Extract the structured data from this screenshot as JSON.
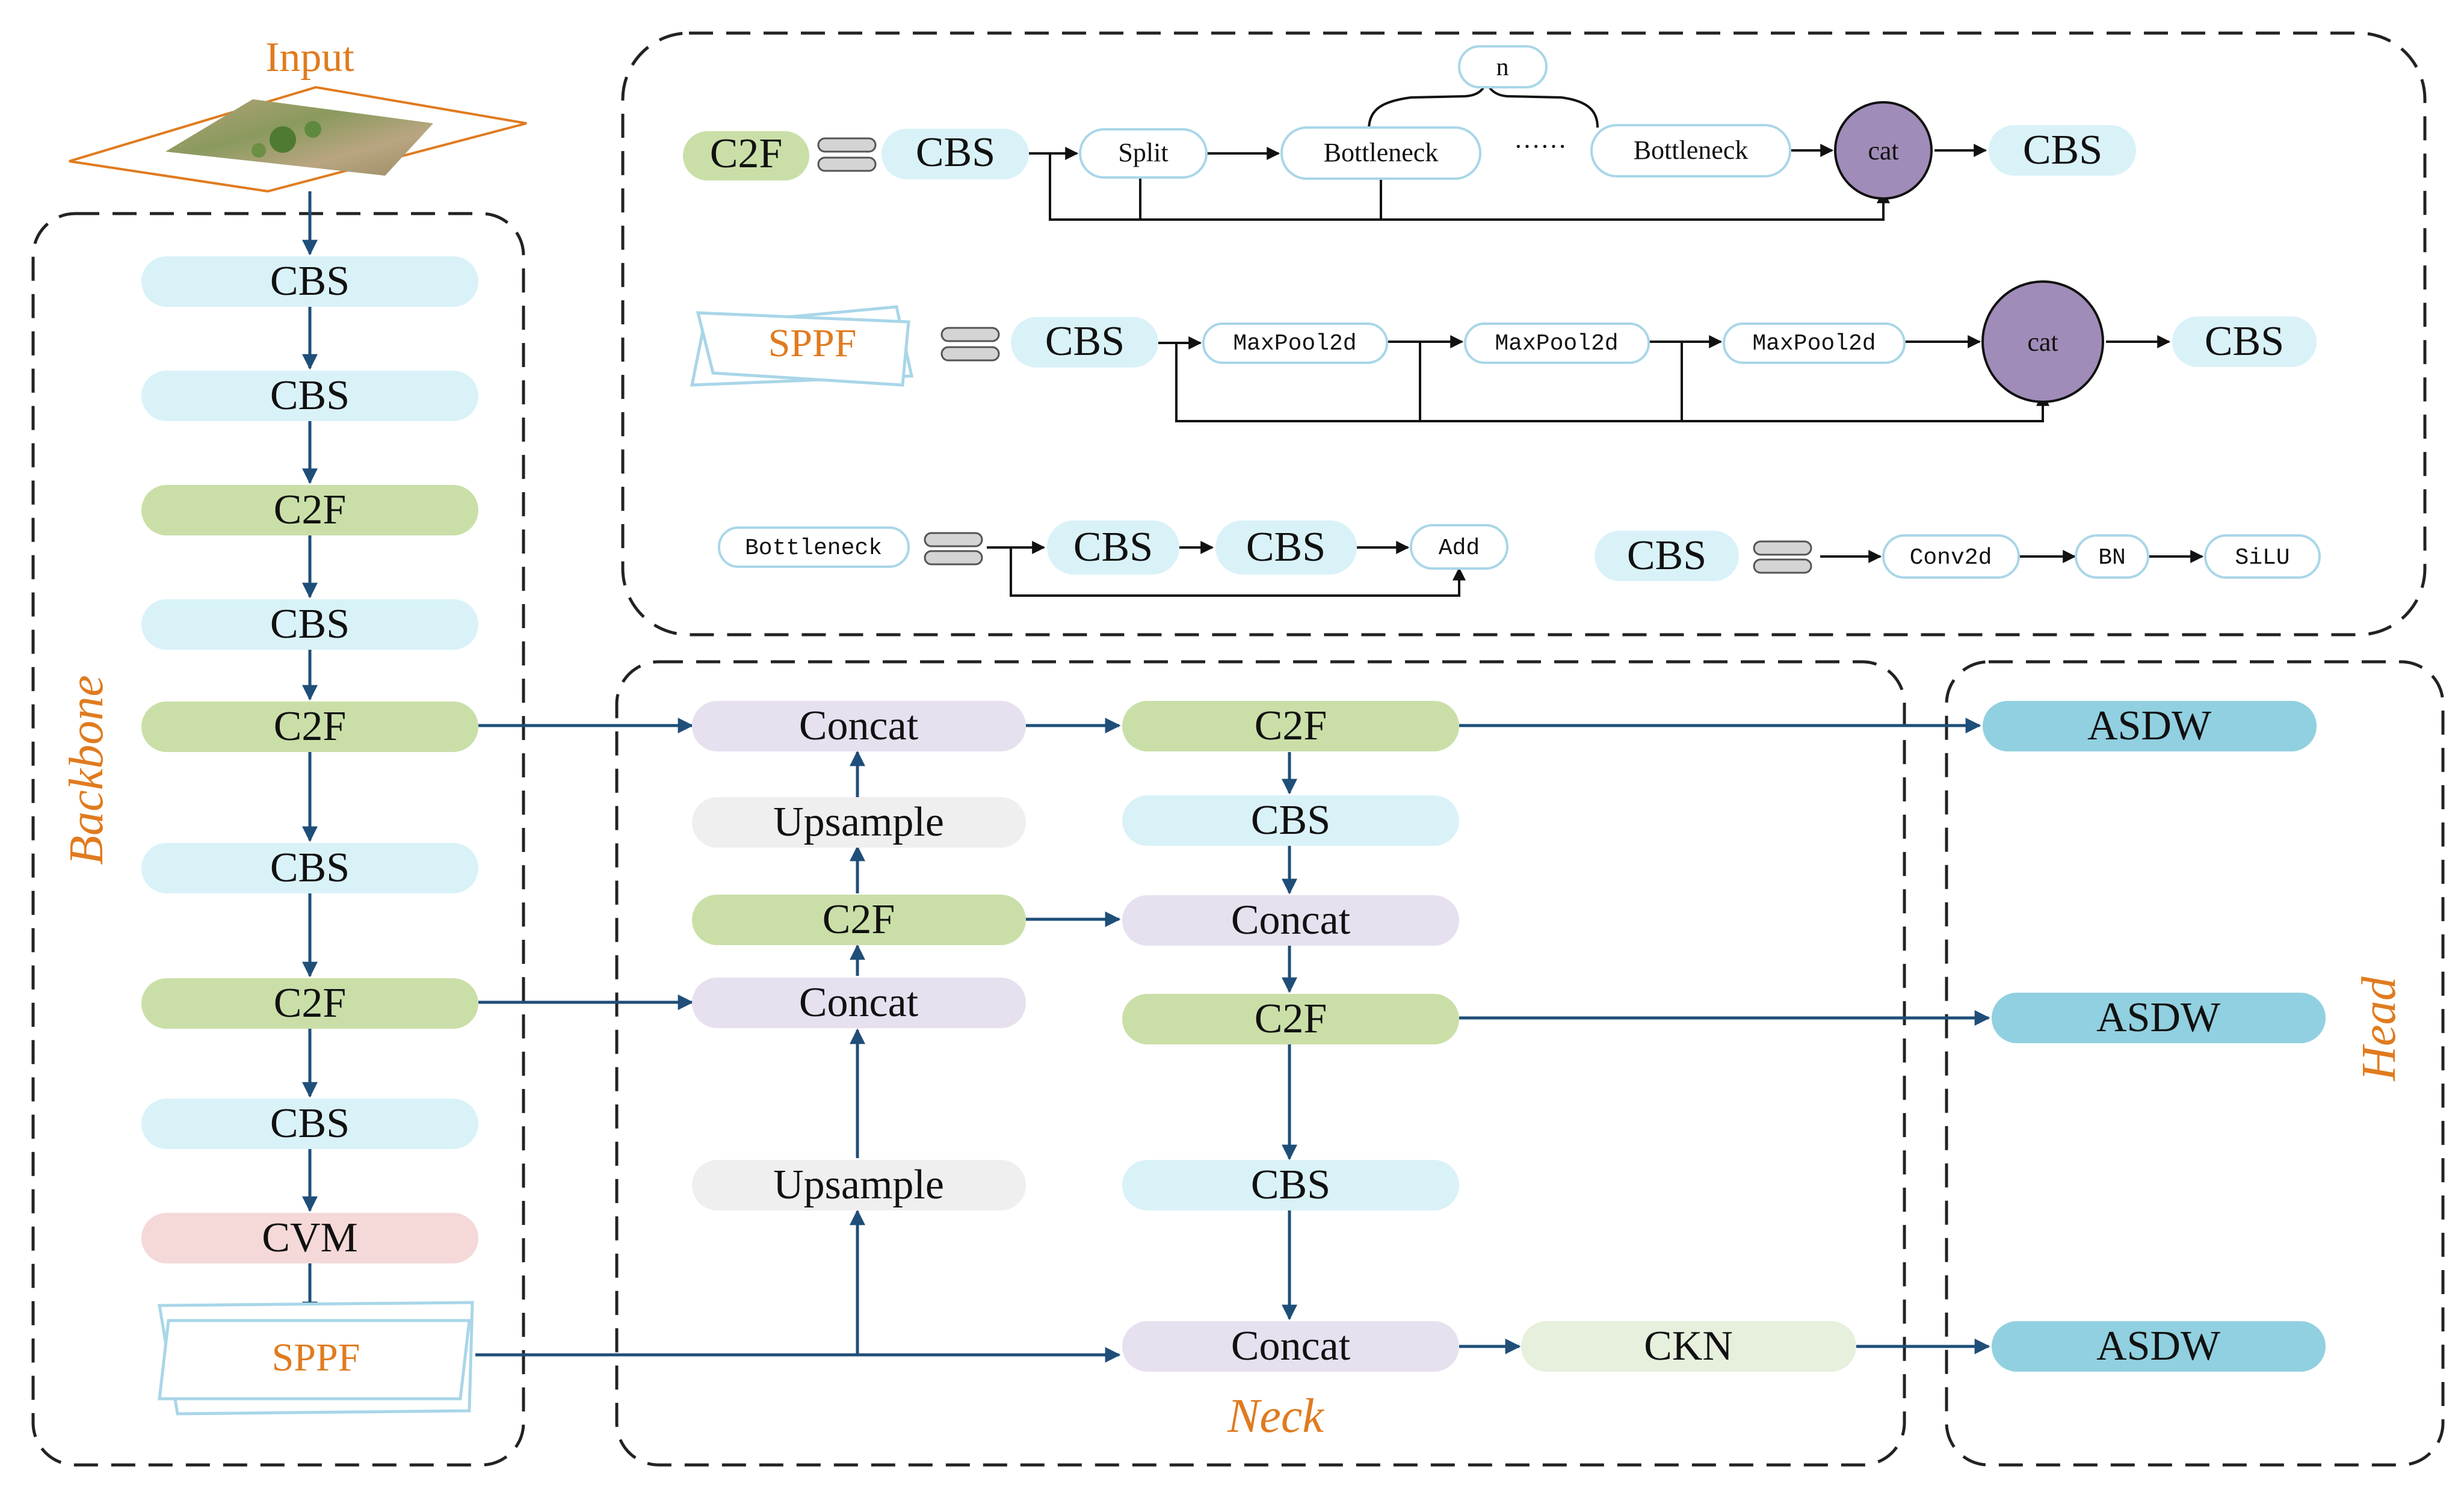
{
  "labels": {
    "input": "Input",
    "backbone": "Backbone",
    "neck": "Neck",
    "head": "Head"
  },
  "colors": {
    "cbs": "#d9f2f8",
    "c2f": "#cadfa8",
    "concat": "#e6e0ef",
    "upsample": "#efefef",
    "cvm": "#f4d9d8",
    "ckn": "#e6f0dd",
    "asdw": "#91d0e0",
    "cat": "#a08cb8",
    "arrow": "#1f4e79",
    "orange": "#e07b1f"
  },
  "backbone": [
    "CBS",
    "CBS",
    "C2F",
    "CBS",
    "C2F",
    "CBS",
    "C2F",
    "CBS",
    "CVM",
    "SPPF"
  ],
  "neck": {
    "left": [
      "Concat",
      "Upsample",
      "C2F",
      "Concat",
      "Upsample"
    ],
    "right": [
      "C2F",
      "CBS",
      "Concat",
      "C2F",
      "CBS",
      "Concat"
    ],
    "ckn": "CKN"
  },
  "head": [
    "ASDW",
    "ASDW",
    "ASDW"
  ],
  "legend": {
    "c2f": {
      "name": "C2F",
      "cbs_in": "CBS",
      "split": "Split",
      "bottleneck1": "Bottleneck",
      "dots": "······",
      "bottleneck2": "Bottleneck",
      "n": "n",
      "cat": "cat",
      "cbs_out": "CBS"
    },
    "sppf": {
      "name": "SPPF",
      "cbs_in": "CBS",
      "pool1": "MaxPool2d",
      "pool2": "MaxPool2d",
      "pool3": "MaxPool2d",
      "cat": "cat",
      "cbs_out": "CBS"
    },
    "bottleneck": {
      "name": "Bottleneck",
      "cbs1": "CBS",
      "cbs2": "CBS",
      "add": "Add"
    },
    "cbs": {
      "name": "CBS",
      "conv": "Conv2d",
      "bn": "BN",
      "silu": "SiLU"
    }
  }
}
